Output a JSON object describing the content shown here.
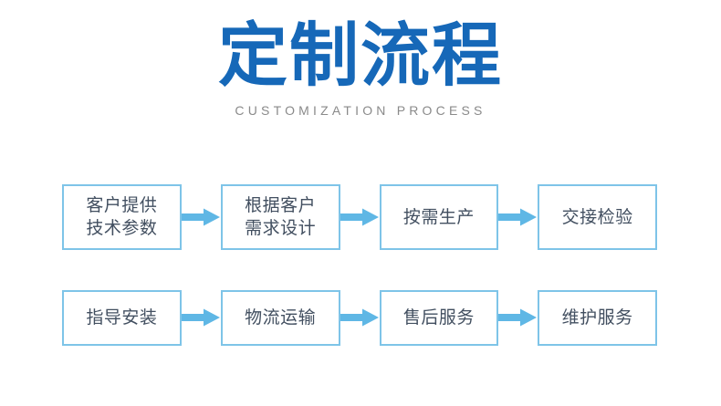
{
  "header": {
    "title": "定制流程",
    "subtitle": "CUSTOMIZATION PROCESS",
    "title_color": "#1668b8",
    "subtitle_color": "#8a8a8a"
  },
  "theme": {
    "background": "#ffffff",
    "box_border": "#7ec4e8",
    "box_fill": "#ffffff",
    "box_text": "#424f60",
    "arrow_color": "#5fb7e5"
  },
  "flow": {
    "arrow_icon": "arrow-right-icon",
    "rows": [
      {
        "id": "row-1",
        "steps": [
          {
            "lines": [
              "客户提供",
              "技术参数"
            ]
          },
          {
            "lines": [
              "根据客户",
              "需求设计"
            ]
          },
          {
            "lines": [
              "按需生产"
            ]
          },
          {
            "lines": [
              "交接检验"
            ]
          }
        ]
      },
      {
        "id": "row-2",
        "steps": [
          {
            "lines": [
              "指导安装"
            ]
          },
          {
            "lines": [
              "物流运输"
            ]
          },
          {
            "lines": [
              "售后服务"
            ]
          },
          {
            "lines": [
              "维护服务"
            ]
          }
        ]
      }
    ]
  }
}
